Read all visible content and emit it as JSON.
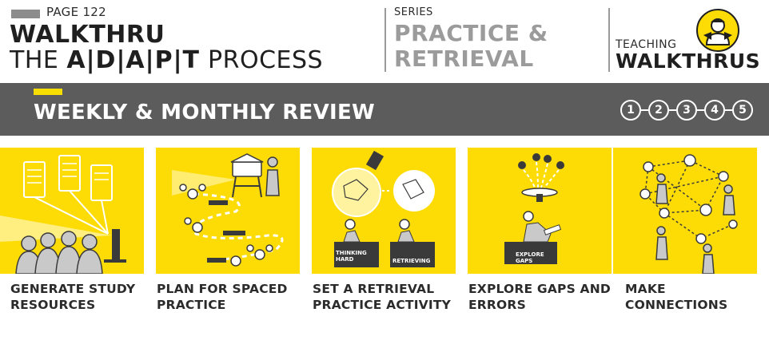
{
  "header": {
    "page_label": "PAGE 122",
    "title_line1": "WALKTHRU",
    "title_line2_prefix": "THE ",
    "title_line2_adapt": "A|D|A|P|T",
    "title_line2_suffix": " PROCESS",
    "series_label": "SERIES",
    "series_line1": "PRACTICE &",
    "series_line2": "RETRIEVAL",
    "brand_line1": "TEACHING",
    "brand_line2": "WALKTHRUS"
  },
  "band": {
    "title": "WEEKLY & MONTHLY REVIEW",
    "steps": [
      "1",
      "2",
      "3",
      "4",
      "5"
    ]
  },
  "panels": [
    {
      "caption_line1": "GENERATE STUDY",
      "caption_line2": "RESOURCES"
    },
    {
      "caption_line1": "PLAN FOR SPACED",
      "caption_line2": "PRACTICE"
    },
    {
      "caption_line1": "SET A RETRIEVAL",
      "caption_line2": "PRACTICE ACTIVITY",
      "box_label_left": "THINKING\nHARD",
      "box_label_right": "RETRIEVING"
    },
    {
      "caption_line1": "EXPLORE GAPS AND",
      "caption_line2": "ERRORS",
      "box_label": "EXPLORE\nGAPS"
    },
    {
      "caption_line1": "MAKE CONNECTIONS",
      "caption_line2": ""
    }
  ],
  "icons": {
    "logo": "teacher-face-icon",
    "panel1": "students-at-computer-icon",
    "panel2": "spaced-practice-path-icon",
    "panel3": "retrieval-thinking-icon",
    "panel4": "explore-gaps-icon",
    "panel5": "connections-network-icon"
  },
  "colors": {
    "accent_yellow": "#fcdc04",
    "band_gray": "#5c5c5c",
    "series_gray": "#9b9b9b",
    "text_dark": "#2b2b2b"
  }
}
